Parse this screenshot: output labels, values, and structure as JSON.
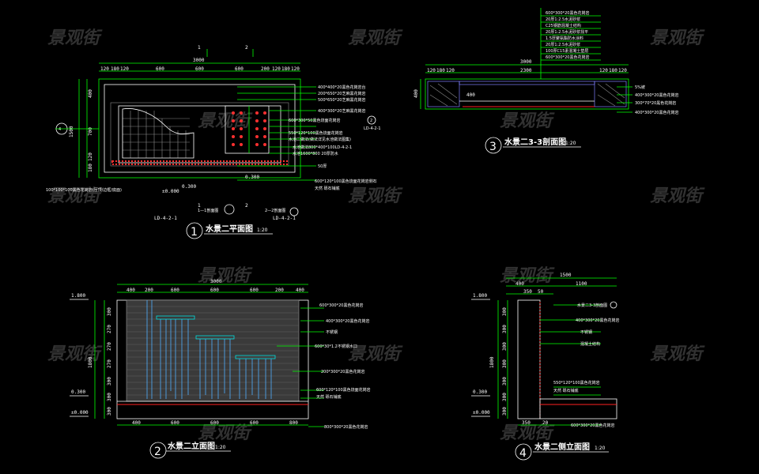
{
  "watermark": "景观街",
  "views": {
    "plan": {
      "number": "1",
      "title": "水景二平面图",
      "scale": "1:20",
      "section_marks": [
        "1",
        "2"
      ],
      "dims_top": [
        "120",
        "180",
        "120",
        "600",
        "600",
        "600",
        "200",
        "120",
        "180",
        "120"
      ],
      "dim_total": "3000",
      "dims_left": [
        "120",
        "180",
        "120",
        "700",
        "400"
      ],
      "dim_left_total": "1500",
      "elev_label": "±0.000",
      "elev_300": "0.300",
      "notes_right": [
        "400*400*20黑色花岗岩台",
        "200*650*20芝麻黑花岗岩",
        "500*650*20芝麻黑花岗岩",
        "400*300*20芝麻黑花岗岩",
        "600*300*50黑色烧面花岗岩",
        "550*120*100黑色烧面花岗岩",
        "水池二做法(做法详见水池做法图集)",
        "水池做法800*400*100LD-4-2-1",
        "水池1600*800 20厚防水",
        "50厚",
        "600*120*100黑色烧面花岗岩侧石",
        "天然 砾石铺底"
      ],
      "note_left_bottom": "100*100*100黑色花岗岩(压顶/边框/底面)",
      "ref_left": "LD-4-2-1",
      "ref_right": "LD-4-2-1",
      "callout_a": "1—1剖面图",
      "callout_b": "2—2剖面图",
      "detail_ref": "LD-4-2-1"
    },
    "section3": {
      "number": "3",
      "title": "水景二3-3剖面图",
      "scale": "1:20",
      "dims_top": [
        "120",
        "180",
        "120",
        "2300",
        "120",
        "180",
        "120"
      ],
      "dim_total": "3000",
      "dim_left": "400",
      "notes_top": [
        "600*300*20黑色花岗岩",
        "20厚1:2.5水泥砂浆",
        "C25钢筋混凝土结构",
        "20厚1:2.5水泥砂浆找平",
        "1.5厚聚氨酯防水涂料",
        "20厚1:2.5水泥砂浆",
        "100厚C15素混凝土垫层",
        "600*300*20黑色花岗岩"
      ],
      "notes_right": [
        "5%坡",
        "400*300*20黑色花岗岩",
        "300*70*20黑色花岗岩",
        "400*300*20黑色花岗岩"
      ]
    },
    "elevation2": {
      "number": "2",
      "title": "水景二立面图",
      "scale": "1:20",
      "dims_top": [
        "400",
        "200",
        "600",
        "600",
        "600",
        "200",
        "400"
      ],
      "dim_total": "3000",
      "dims_left": [
        "300",
        "270",
        "270",
        "270",
        "300",
        "300",
        "300"
      ],
      "dim_left_total": "1800",
      "level_1800": "1.800",
      "level_300": "0.300",
      "level_0": "±0.000",
      "dims_bottom": [
        "400",
        "600",
        "600",
        "600",
        "800"
      ],
      "notes_right": [
        "600*300*20黑色花岗岩",
        "400*300*20黑色花岗岩",
        "不锈钢",
        "600*30*1.2不锈钢水口",
        "200*300*20黑色花岗岩",
        "600*120*100黑色烧面花岗岩",
        "天然 砾石铺底",
        "800*300*20黑色花岗岩"
      ]
    },
    "elevation4": {
      "number": "4",
      "title": "水景二侧立面图",
      "scale": "1:20",
      "dim_total": "1500",
      "dims_top": [
        "400",
        "1100"
      ],
      "dims_top2": [
        "350",
        "50"
      ],
      "dims_left": [
        "300",
        "300",
        "300",
        "300",
        "300",
        "300",
        "300"
      ],
      "dim_left_total": "1800",
      "level_1800": "1.800",
      "level_300": "0.300",
      "level_0": "±0.000",
      "dims_bottom": [
        "350",
        "20"
      ],
      "notes_right": [
        "水景二3-3剖面图",
        "400*300*20黑色花岗岩",
        "不锈钢",
        "混凝土结构",
        "550*120*100黑色花岗岩",
        "天然 砾石铺底",
        "600*300*20黑色花岗岩"
      ]
    }
  }
}
